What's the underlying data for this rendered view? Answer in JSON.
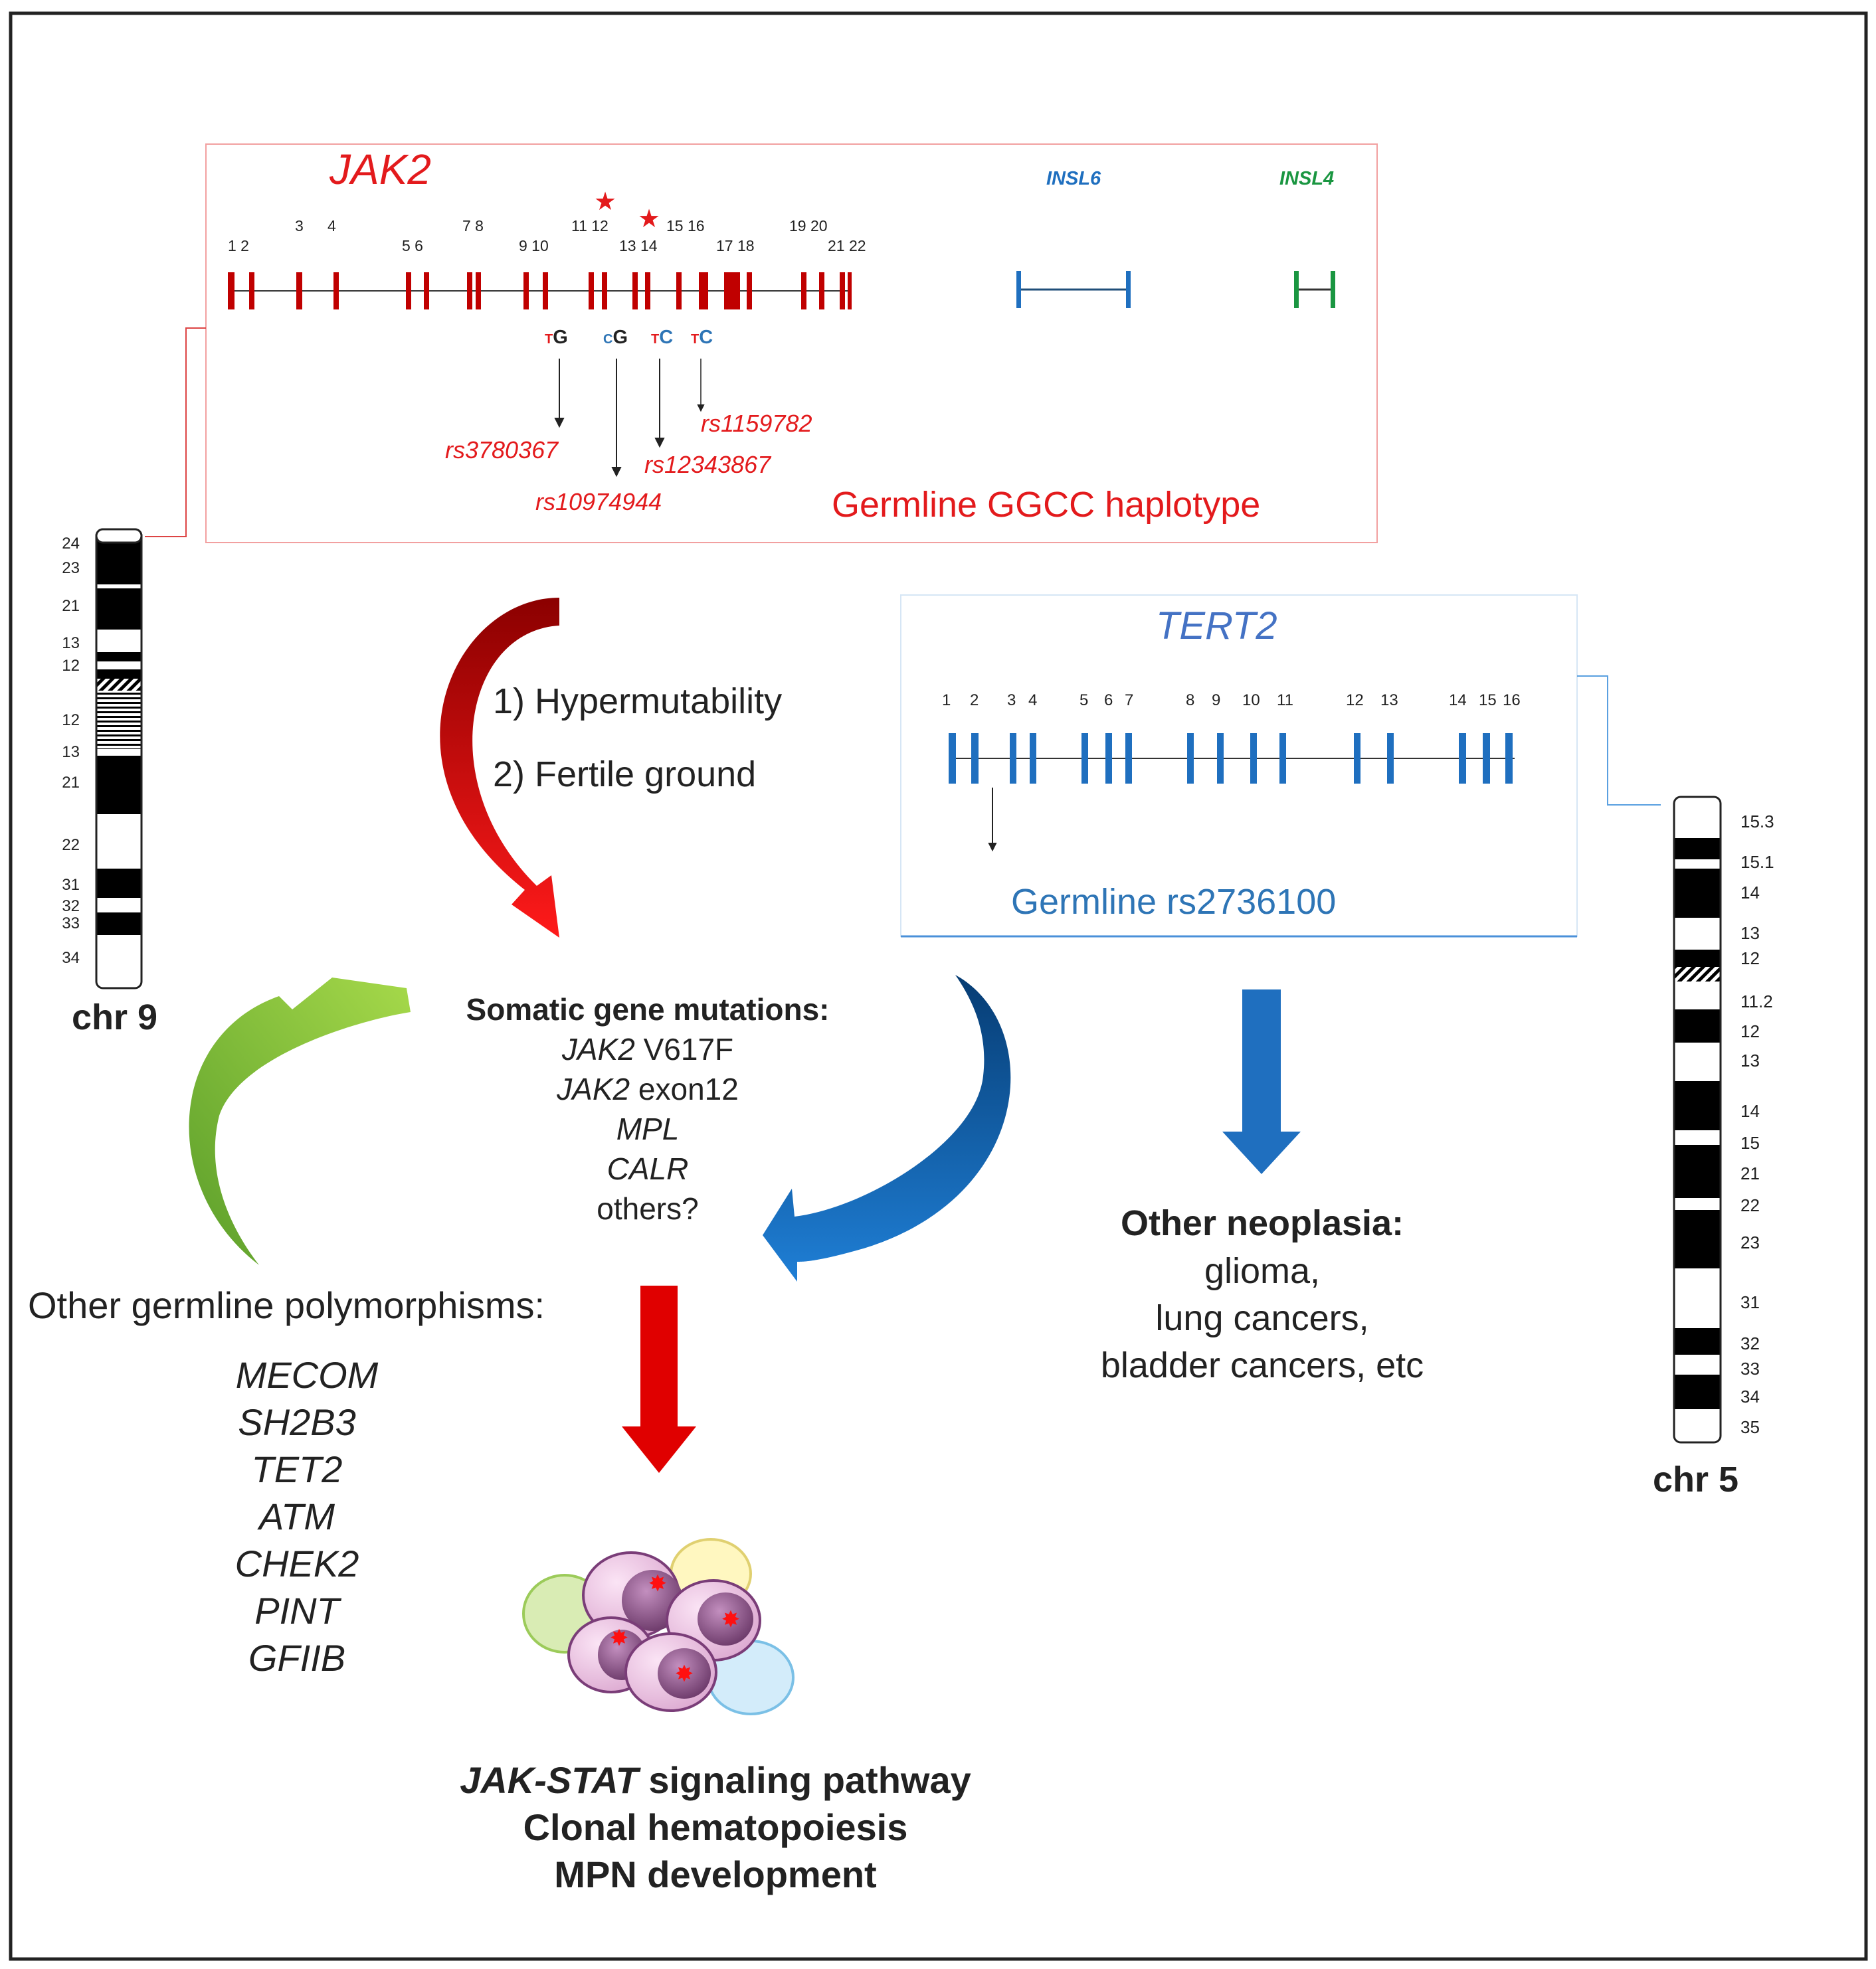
{
  "colors": {
    "jak2": "#e31a1c",
    "tert": "#1f6fbf",
    "tert_label": "#4472c4",
    "insl4": "#1a9641",
    "green_arrow": "#8dc63f",
    "dark_blue_arrow": "#0b4a8b",
    "exon_red": "#c00000",
    "allele_blue": "#2e75b6"
  },
  "jak2_box": {
    "title": "JAK2",
    "insl6": "INSL6",
    "insl4": "INSL4",
    "exon_labels": [
      "1 2",
      "3",
      "4",
      "5 6",
      "7 8",
      "9 10",
      "11 12",
      "13 14",
      "15 16",
      "17 18",
      "19 20",
      "21 22"
    ],
    "alleles": [
      {
        "a": "T",
        "b": "G"
      },
      {
        "a": "C",
        "b": "G"
      },
      {
        "a": "T",
        "b": "C"
      },
      {
        "a": "T",
        "b": "C"
      }
    ],
    "snps": [
      "rs3780367",
      "rs10974944",
      "rs12343867",
      "rs1159782"
    ],
    "haplotype": "Germline GGCC haplotype"
  },
  "tert_box": {
    "title": "TERT2",
    "exon_labels": [
      "1",
      "2",
      "3",
      "4",
      "5",
      "6",
      "7",
      "8",
      "9",
      "10",
      "11",
      "12",
      "13",
      "14",
      "15",
      "16"
    ],
    "snp": "Germline rs2736100"
  },
  "mechanisms": [
    "1) Hypermutability",
    "2) Fertile ground"
  ],
  "somatic": {
    "heading": "Somatic gene mutations:",
    "lines": [
      {
        "gene": "JAK2",
        "rest": " V617F"
      },
      {
        "gene": "JAK2",
        "rest": " exon12"
      },
      {
        "gene": "MPL",
        "rest": ""
      },
      {
        "gene": "CALR",
        "rest": ""
      },
      {
        "gene": "",
        "rest": "others?"
      }
    ]
  },
  "other_germline": {
    "heading": "Other germline polymorphisms:",
    "genes": [
      "MECOM",
      "SH2B3",
      "TET2",
      "ATM",
      "CHEK2",
      "PINT",
      "GFIIB"
    ]
  },
  "other_neoplasia": {
    "heading": "Other neoplasia:",
    "lines": [
      "glioma,",
      "lung cancers,",
      "bladder cancers, etc"
    ]
  },
  "outcome": {
    "pathway_italic": "JAK-STAT",
    "pathway_rest": " signaling pathway",
    "line2": "Clonal hematopoiesis",
    "line3": "MPN development"
  },
  "chr9": {
    "label": "chr 9",
    "bands": [
      "24",
      "23",
      "21",
      "13",
      "12",
      "12",
      "13",
      "21",
      "22",
      "31",
      "32",
      "33",
      "34"
    ]
  },
  "chr5": {
    "label": "chr 5",
    "bands": [
      "15.3",
      "15.1",
      "14",
      "13",
      "12",
      "11.2",
      "12",
      "13",
      "14",
      "15",
      "21",
      "22",
      "23",
      "31",
      "32",
      "33",
      "34",
      "35"
    ]
  }
}
